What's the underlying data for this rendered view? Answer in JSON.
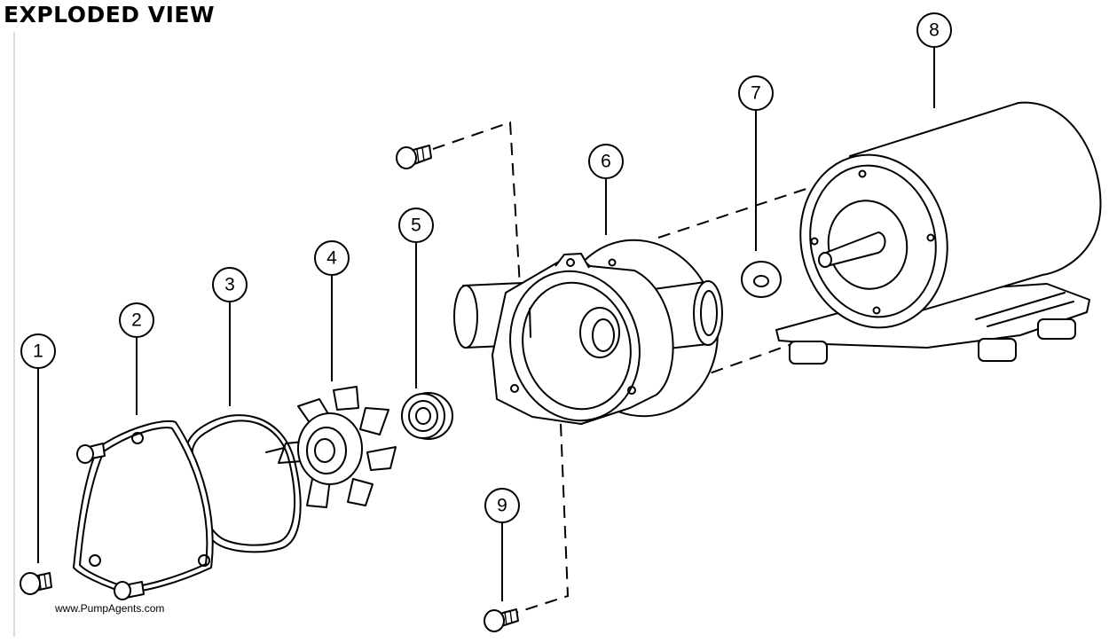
{
  "title": "EXPLODED VIEW",
  "watermark": "www.PumpAgents.com",
  "callouts": [
    "1",
    "2",
    "3",
    "4",
    "5",
    "6",
    "7",
    "8",
    "9"
  ],
  "colors": {
    "ink": "#000000",
    "background": "#ffffff"
  }
}
